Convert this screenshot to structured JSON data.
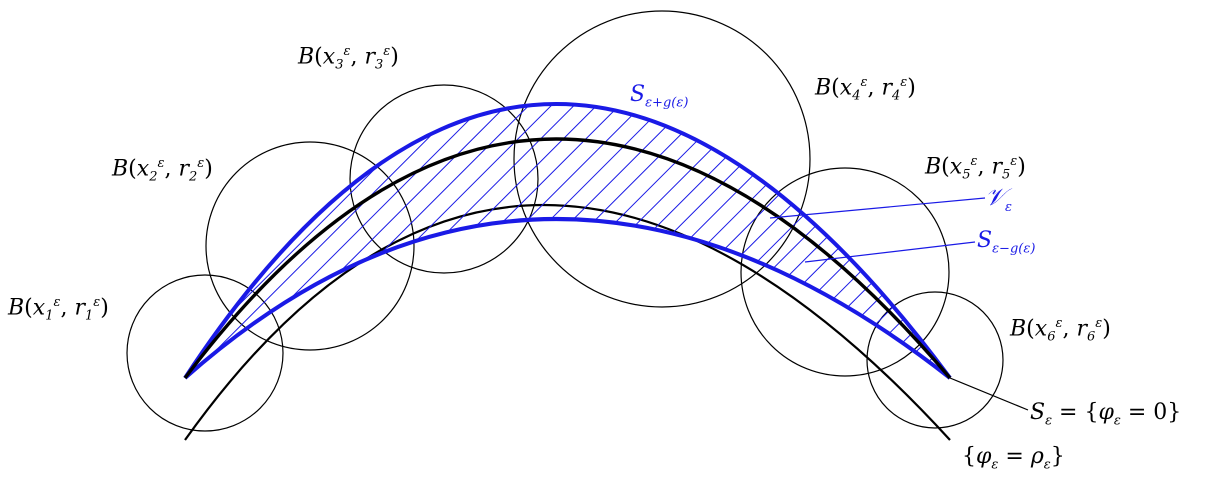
{
  "diagram": {
    "balls": [
      {
        "label": "B(x₁ᵋ, r₁ᵋ)"
      },
      {
        "label": "B(x₂ᵋ, r₂ᵋ)"
      },
      {
        "label": "B(x₃ᵋ, r₃ᵋ)"
      },
      {
        "label": "B(x₄ᵋ, r₄ᵋ)"
      },
      {
        "label": "B(x₅ᵋ, r₅ᵋ)"
      },
      {
        "label": "B(x₆ᵋ, r₆ᵋ)"
      }
    ],
    "surfaces": {
      "upper": "S_{ε+g(ε)}",
      "lower": "S_{ε−g(ε)}",
      "region": "𝒱_ε",
      "middle": "S_ε = {φ_ε = 0}",
      "outer": "{φ_ε = ρ_ε}"
    },
    "colors": {
      "blue": "#1a1ae6",
      "black": "#000000"
    }
  }
}
